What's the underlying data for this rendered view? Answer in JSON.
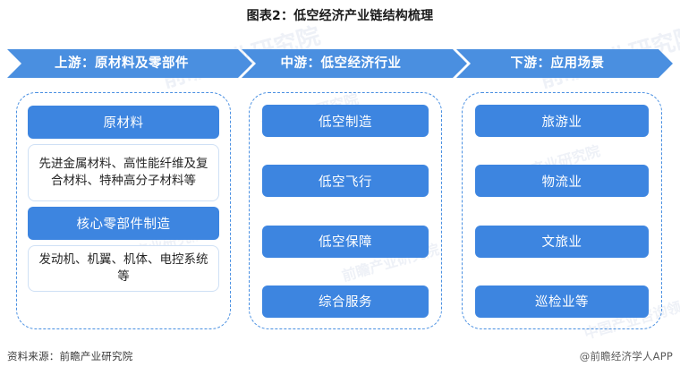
{
  "title": "图表2：低空经济产业链结构梳理",
  "header": {
    "upstream": "上游：原材料及零部件",
    "midstream": "中游：低空经济行业",
    "downstream": "下游：应用场景"
  },
  "columns": {
    "upstream": {
      "blocks": [
        {
          "type": "pill",
          "label": "原材料"
        },
        {
          "type": "detail",
          "label": "先进金属材料、高性能纤维及复合材料、特种高分子材料等"
        },
        {
          "type": "pill",
          "label": "核心零部件制造"
        },
        {
          "type": "detail",
          "label": "发动机、机翼、机体、电控系统等"
        }
      ]
    },
    "midstream": {
      "blocks": [
        {
          "type": "pill",
          "label": "低空制造"
        },
        {
          "type": "pill",
          "label": "低空飞行"
        },
        {
          "type": "pill",
          "label": "低空保障"
        },
        {
          "type": "pill",
          "label": "综合服务"
        }
      ]
    },
    "downstream": {
      "blocks": [
        {
          "type": "pill",
          "label": "旅游业"
        },
        {
          "type": "pill",
          "label": "物流业"
        },
        {
          "type": "pill",
          "label": "文旅业"
        },
        {
          "type": "pill",
          "label": "巡检业等"
        }
      ]
    }
  },
  "footer": {
    "source": "资料来源：前瞻产业研究院",
    "brand": "@前瞻经济学人APP"
  },
  "watermark": {
    "text": "前瞻产业研究院",
    "sub": "中国产业咨询领导者"
  },
  "colors": {
    "accent": "#3d85e0",
    "header_band": "#4a8fe0",
    "dashed_border": "#4a90e2",
    "detail_border": "#cfe0f5",
    "title_text": "#1a1a1a"
  }
}
